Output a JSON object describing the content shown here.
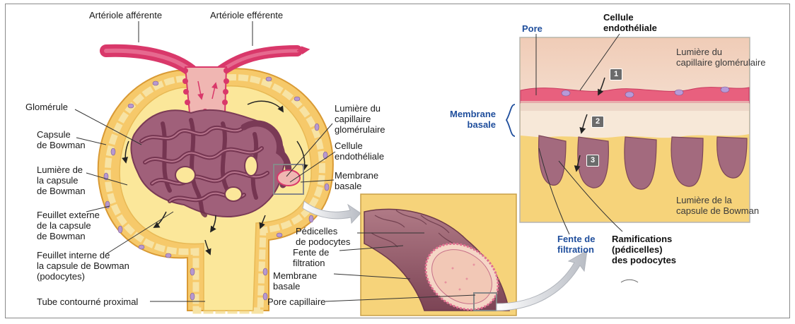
{
  "labels": {
    "arteriole_aff": "Artériole afférente",
    "arteriole_eff": "Artériole efférente",
    "glomerule": "Glomérule",
    "capsule": "Capsule\nde Bowman",
    "lumiere_capsule": "Lumière de\nla capsule\nde Bowman",
    "feuillet_externe": "Feuillet externe\nde la capsule\nde Bowman",
    "feuillet_interne": "Feuillet interne de\nla capsule de Bowman\n(podocytes)",
    "tube": "Tube contourné proximal",
    "lumiere_capillaire": "Lumière du\ncapillaire\nglomérulaire",
    "cellule_endo": "Cellule\nendothéliale",
    "membrane": "Membrane\nbasale",
    "pedicelles": "Pédicelles\nde podocytes",
    "fente": "Fente de\nfiltration",
    "membrane2": "Membrane\nbasale",
    "pore_cap": "Pore capillaire",
    "pore": "Pore",
    "cellule_endo2": "Cellule\nendothéliale",
    "lumiere_cap2": "Lumière du\ncapillaire glomérulaire",
    "membrane_basale3": "Membrane\nbasale",
    "lumiere_capsule2": "Lumière de la\ncapsule de Bowman",
    "fente2": "Fente de\nfiltration",
    "ramifications": "Ramifications\n(pédicelles)\ndes podocytes"
  },
  "steps": [
    "1",
    "2",
    "3"
  ],
  "colors": {
    "capsule_fill": "#f6c96a",
    "capsule_edge": "#e2a63c",
    "vessel": "#d9386a",
    "glomerulus": "#8a4a66",
    "tissue": "#f2e4a9",
    "podocyte": "#9a5a6c",
    "blue_text": "#1f4e9c"
  }
}
